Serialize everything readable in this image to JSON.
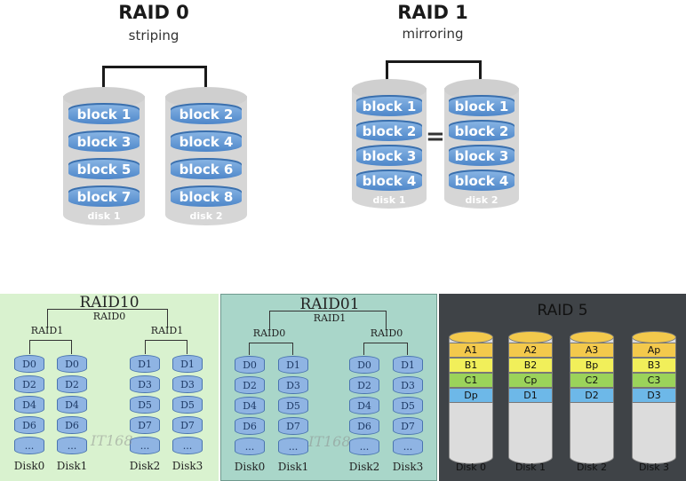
{
  "raid0": {
    "title": "RAID 0",
    "subtitle": "striping",
    "disks": [
      {
        "label": "disk 1",
        "blocks": [
          "block 1",
          "block 3",
          "block 5",
          "block 7"
        ]
      },
      {
        "label": "disk 2",
        "blocks": [
          "block 2",
          "block 4",
          "block 6",
          "block 8"
        ]
      }
    ]
  },
  "raid1": {
    "title": "RAID 1",
    "subtitle": "mirroring",
    "equals": "=",
    "disks": [
      {
        "label": "disk 1",
        "blocks": [
          "block 1",
          "block 2",
          "block 3",
          "block 4"
        ]
      },
      {
        "label": "disk 2",
        "blocks": [
          "block 1",
          "block 2",
          "block 3",
          "block 4"
        ]
      }
    ]
  },
  "raid10": {
    "title": "RAID10",
    "top_label": "RAID0",
    "group_labels": [
      "RAID1",
      "RAID1"
    ],
    "disks": [
      {
        "label": "Disk0",
        "cells": [
          "D0",
          "D2",
          "D4",
          "D6",
          "..."
        ]
      },
      {
        "label": "Disk1",
        "cells": [
          "D0",
          "D2",
          "D4",
          "D6",
          "..."
        ]
      },
      {
        "label": "Disk2",
        "cells": [
          "D1",
          "D3",
          "D5",
          "D7",
          "..."
        ]
      },
      {
        "label": "Disk3",
        "cells": [
          "D1",
          "D3",
          "D5",
          "D7",
          "..."
        ]
      }
    ],
    "watermark": "IT168"
  },
  "raid01": {
    "title": "RAID01",
    "top_label": "RAID1",
    "group_labels": [
      "RAID0",
      "RAID0"
    ],
    "disks": [
      {
        "label": "Disk0",
        "cells": [
          "D0",
          "D2",
          "D4",
          "D6",
          "..."
        ]
      },
      {
        "label": "Disk1",
        "cells": [
          "D1",
          "D3",
          "D5",
          "D7",
          "..."
        ]
      },
      {
        "label": "Disk2",
        "cells": [
          "D0",
          "D2",
          "D4",
          "D6",
          "..."
        ]
      },
      {
        "label": "Disk3",
        "cells": [
          "D1",
          "D3",
          "D5",
          "D7",
          "..."
        ]
      }
    ],
    "watermark": "IT168"
  },
  "raid5": {
    "title": "RAID 5",
    "disks": [
      {
        "label": "Disk 0",
        "cells": [
          "A1",
          "B1",
          "C1",
          "Dp"
        ]
      },
      {
        "label": "Disk 1",
        "cells": [
          "A2",
          "B2",
          "Cp",
          "D1"
        ]
      },
      {
        "label": "Disk 2",
        "cells": [
          "A3",
          "Bp",
          "C2",
          "D2"
        ]
      },
      {
        "label": "Disk 3",
        "cells": [
          "Ap",
          "B3",
          "C3",
          "D3"
        ]
      }
    ],
    "row_colors": [
      "#f3c94c",
      "#f1ef5a",
      "#9bd35a",
      "#6db8e8"
    ]
  }
}
